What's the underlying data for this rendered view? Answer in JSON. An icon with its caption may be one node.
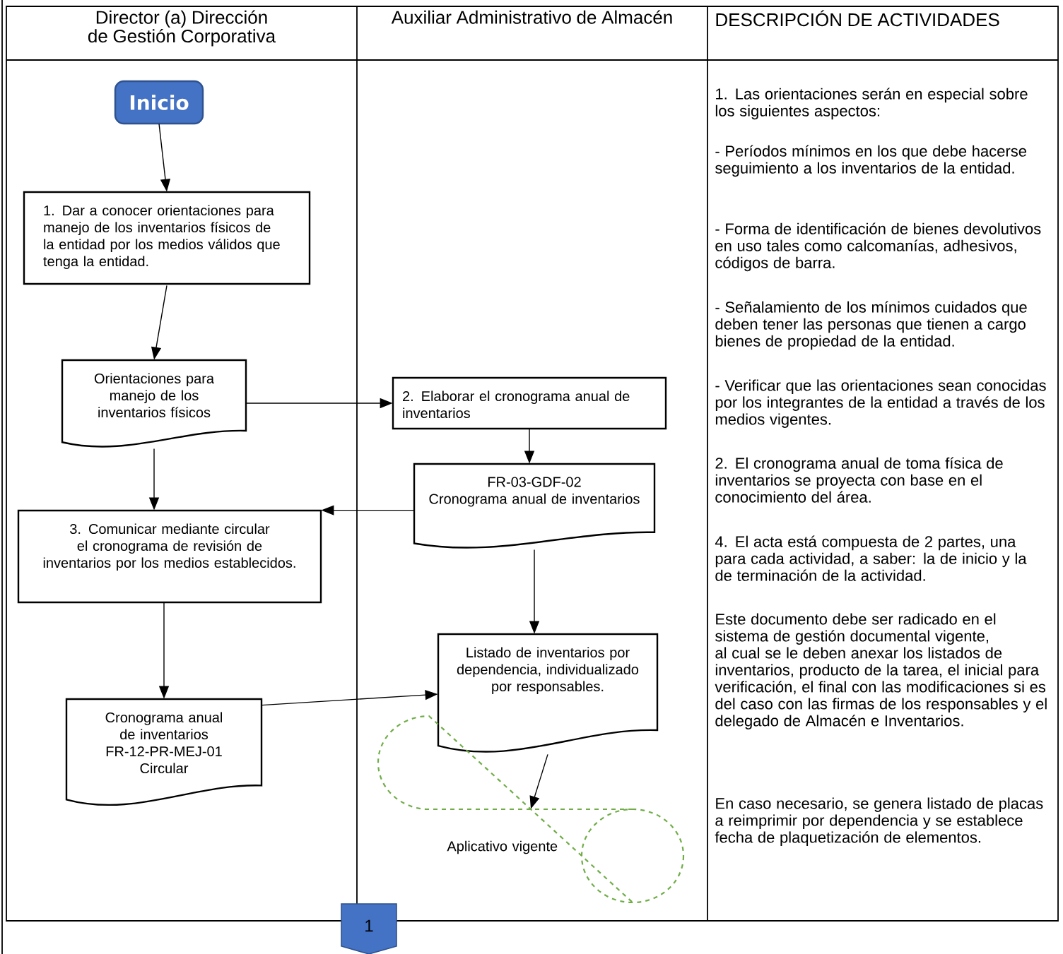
{
  "diagram": {
    "nodes": [
      {
        "text": [
          "Inicio"
        ]
      },
      {
        "text": [
          "1. Dar a conocer orientaciones para manejo de los inventarios físicos de la entidad por los medios válidos que tenga la entidad."
        ]
      },
      {
        "text": [
          "Orientaciones para manejo de los inventarios físicos"
        ]
      },
      {
        "text": [
          "2. Elaborar el cronograma anual de inventarios"
        ]
      },
      {
        "text": [
          "FR-03-GDF-02",
          "Cronograma anual de inventarios"
        ]
      },
      {
        "text": [
          "3. Comunicar mediante circular el cronograma de revisión de inventarios por los medios establecidos."
        ]
      },
      {
        "text": [
          "Cronograma anual de inventarios",
          "FR-12-PR-MEJ-01",
          "Circular"
        ]
      },
      {
        "text": [
          "Listado de inventarios por dependencia, individualizado por responsables."
        ]
      },
      {
        "text": [
          "Aplicativo vigente"
        ]
      },
      {
        "text": [
          "1"
        ]
      }
    ],
    "edges": [
      {
        "from": 0,
        "to": 1,
        "arrow": "to"
      },
      {
        "from": 1,
        "to": 2,
        "arrow": "to"
      },
      {
        "from": 2,
        "to": 3,
        "arrow": "to"
      },
      {
        "from": 3,
        "to": 4,
        "arrow": "to"
      },
      {
        "from": 4,
        "to": 5,
        "arrow": "to"
      },
      {
        "from": 2,
        "to": 5,
        "arrow": "to"
      },
      {
        "from": 5,
        "to": 6,
        "arrow": "to"
      },
      {
        "from": 4,
        "to": 7,
        "arrow": "to"
      },
      {
        "from": 6,
        "to": 7,
        "arrow": "to"
      },
      {
        "from": 7,
        "to": 8,
        "arrow": "to"
      }
    ],
    "labels": [
      "Director (a) Dirección de Gestión Corporativa",
      "Auxiliar Administrativo de Almacén",
      "DESCRIPCIÓN DE ACTIVIDADES",
      "1. Las orientaciones serán en especial sobre los siguientes aspectos:",
      "- Períodos mínimos en los que debe hacerse seguimiento a los inventarios de la entidad.",
      "- Forma de identificación de bienes devolutivos en uso tales como calcomanías, adhesivos, códigos de barra.",
      "- Señalamiento de los mínimos cuidados que deben tener las personas que tienen a cargo bienes de propiedad de la entidad.",
      "- Verificar que las orientaciones sean conocidas por los integrantes de la entidad a través de los medios vigentes.",
      "2. El cronograma anual de toma física de inventarios se proyecta con base en el conocimiento del área.",
      "4. El acta está compuesta de 2 partes, una para cada actividad, a saber: la de inicio y la de terminación de la actividad.",
      "Este documento debe ser radicado en el sistema de gestión documental vigente, al cual se le deben anexar los listados de inventarios, producto de la tarea, el inicial para verificación, el final con las modificaciones si es del caso con las firmas de los responsables y el delegado de Almacén e Inventarios.",
      "En caso necesario, se genera listado de placas a reimprimir por dependencia y se establece fecha de plaquetización de elementos."
    ]
  }
}
